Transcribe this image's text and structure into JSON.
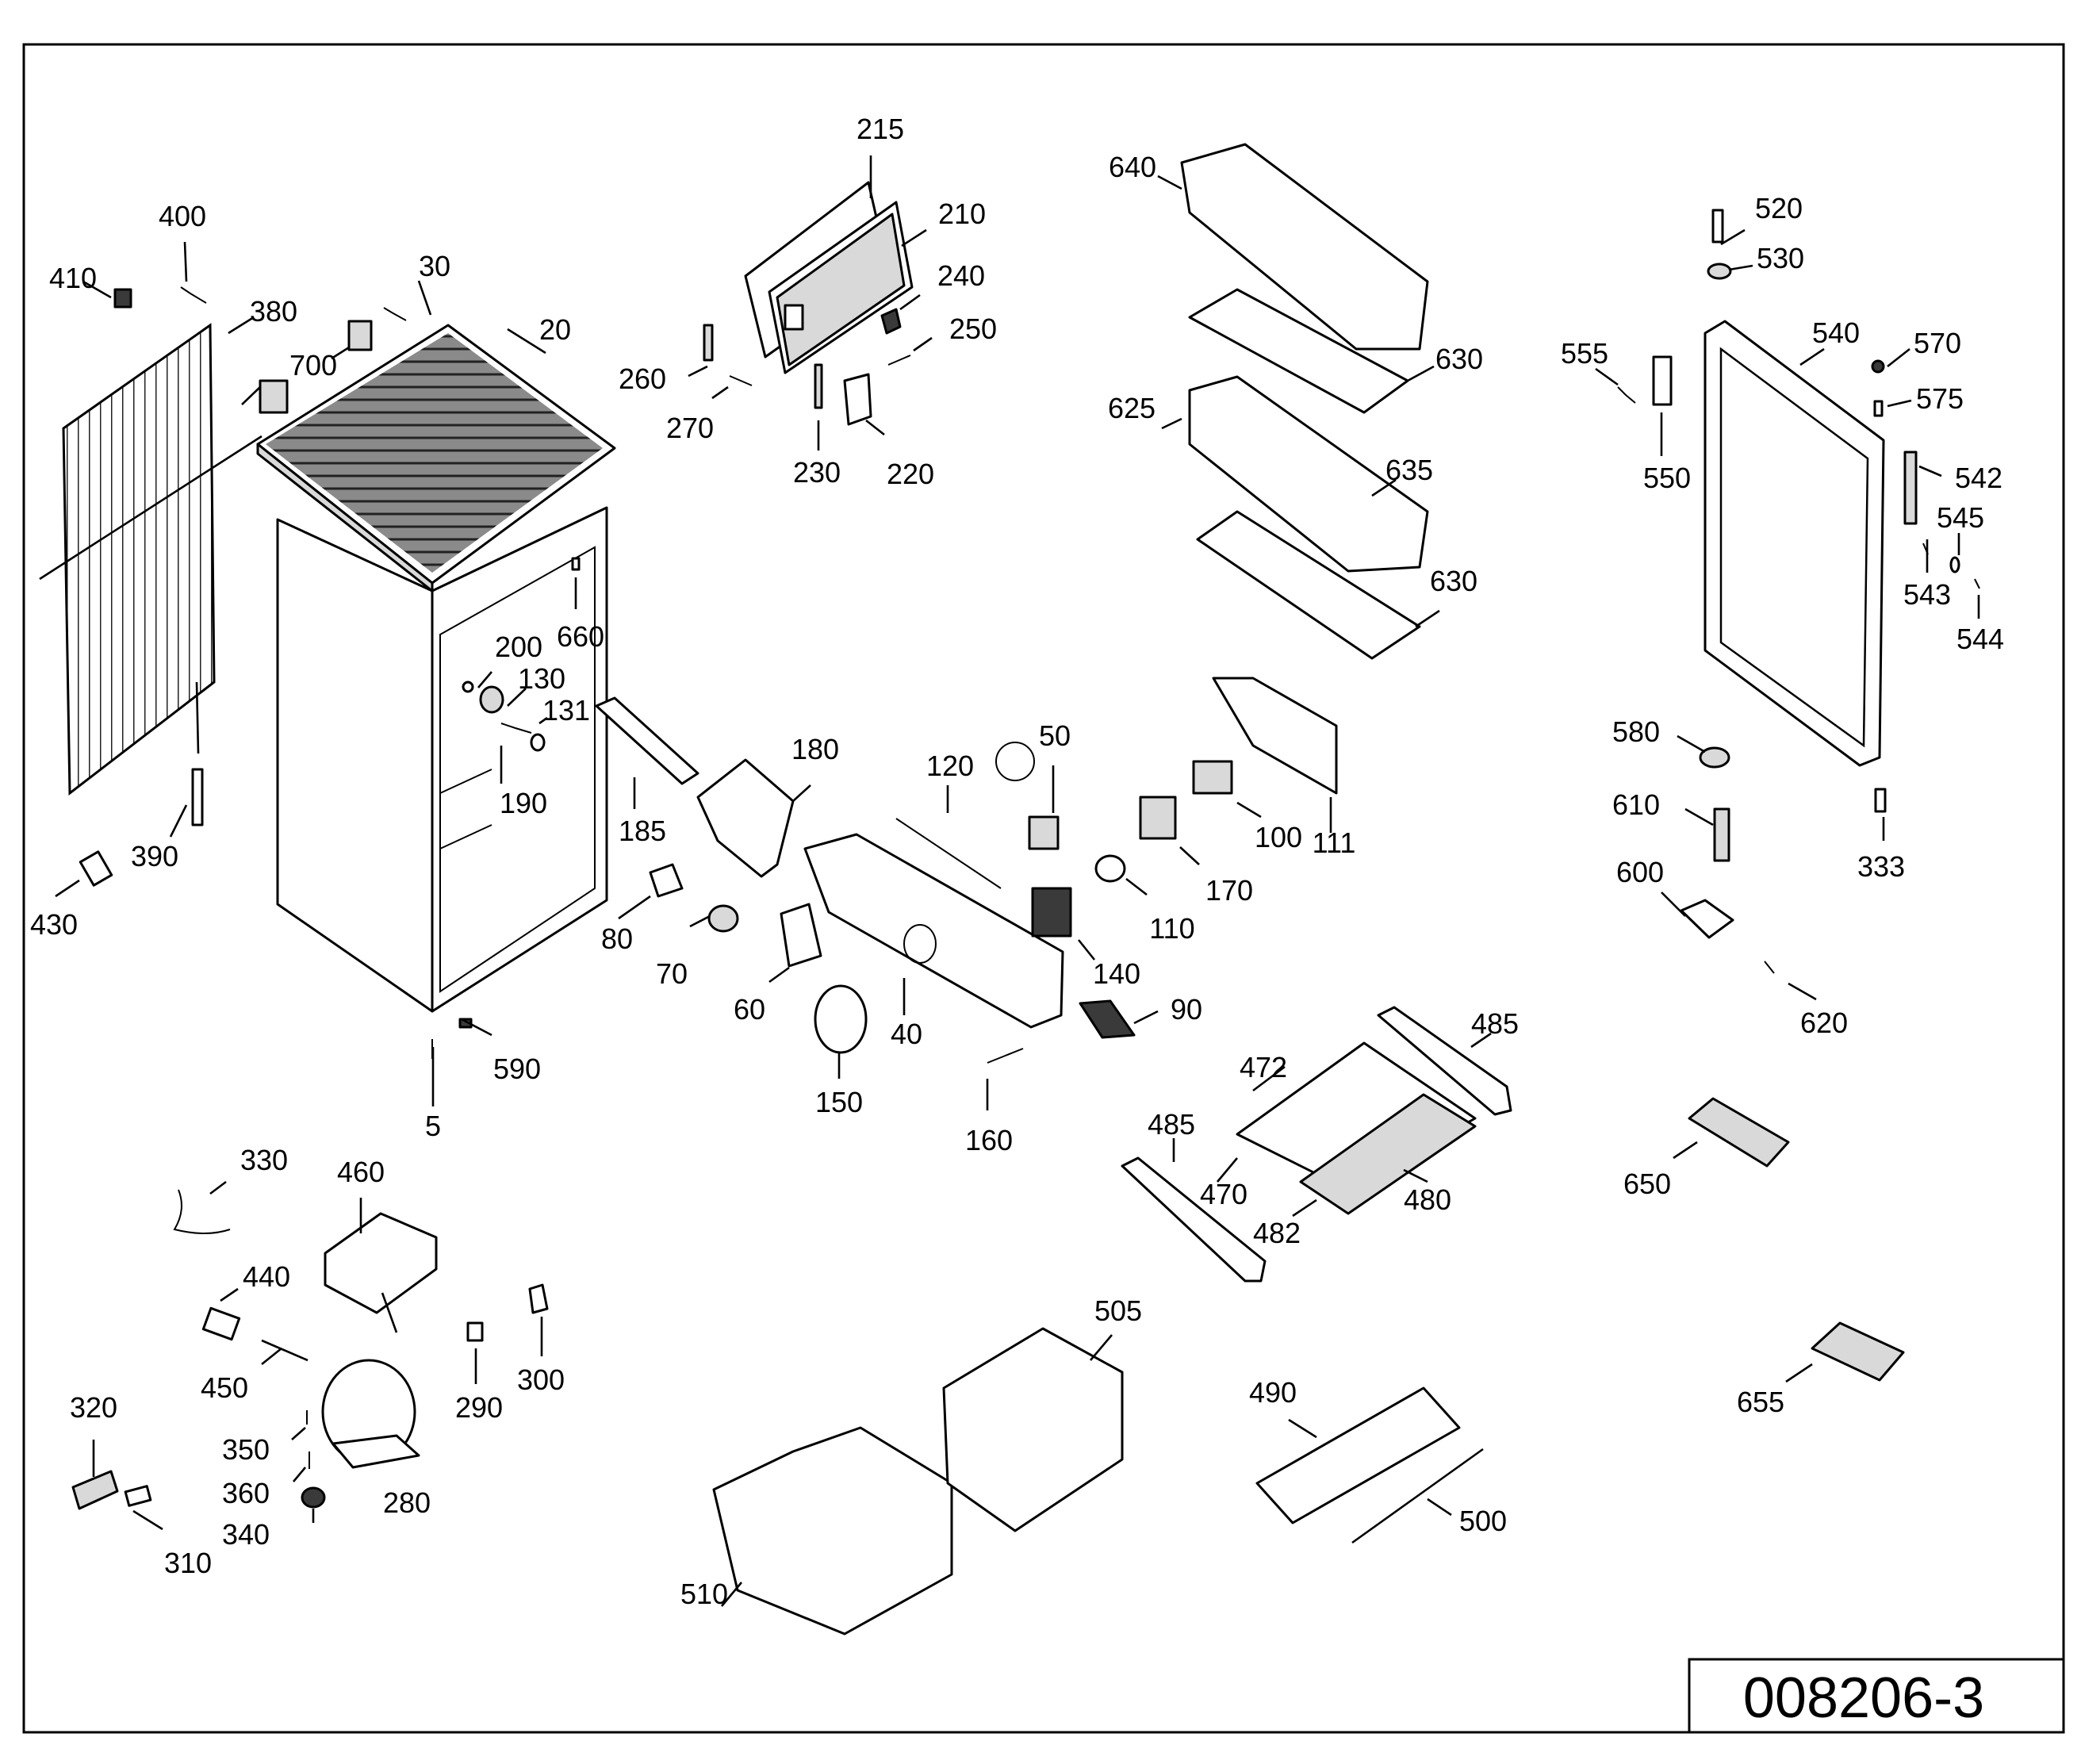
{
  "drawing": {
    "reference_number": "008206-3",
    "part_labels": [
      "5",
      "20",
      "30",
      "40",
      "50",
      "60",
      "70",
      "80",
      "90",
      "100",
      "110",
      "111",
      "120",
      "130",
      "131",
      "140",
      "150",
      "160",
      "170",
      "180",
      "185",
      "190",
      "200",
      "210",
      "215",
      "220",
      "230",
      "240",
      "250",
      "260",
      "270",
      "280",
      "290",
      "300",
      "310",
      "320",
      "330",
      "333",
      "340",
      "350",
      "360",
      "380",
      "390",
      "400",
      "410",
      "430",
      "440",
      "450",
      "460",
      "470",
      "472",
      "480",
      "482",
      "485",
      "485",
      "490",
      "500",
      "505",
      "510",
      "520",
      "530",
      "540",
      "542",
      "543",
      "544",
      "545",
      "550",
      "555",
      "570",
      "575",
      "580",
      "590",
      "600",
      "610",
      "620",
      "625",
      "630",
      "630",
      "635",
      "640",
      "650",
      "655",
      "660",
      "700"
    ]
  }
}
